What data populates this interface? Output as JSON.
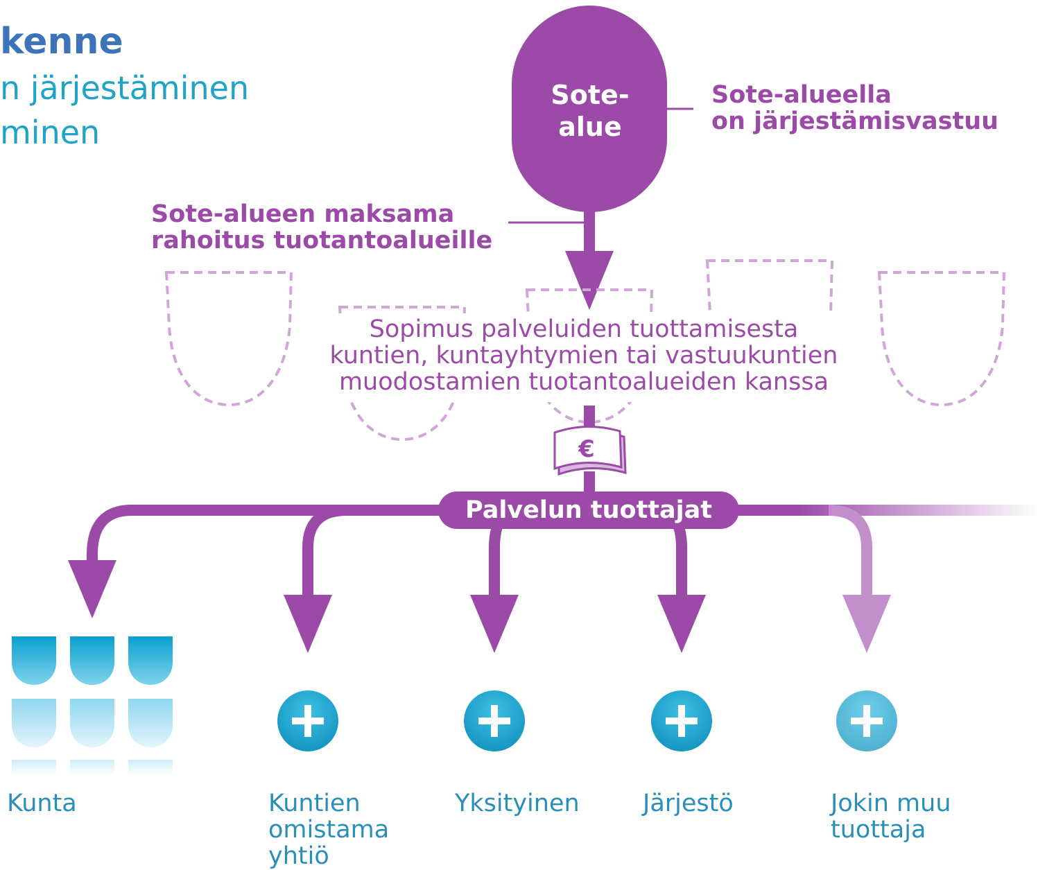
{
  "heading": {
    "line1": "kenne",
    "line2": "n järjestäminen",
    "line3": "minen"
  },
  "sote_area": {
    "label_line1": "Sote-",
    "label_line2": "alue",
    "responsibility_line1": "Sote-alueella",
    "responsibility_line2": "on järjestämisvastuu"
  },
  "funding": {
    "line1": "Sote-alueen maksama",
    "line2": "rahoitus tuotantoalueille"
  },
  "contract": {
    "line1": "Sopimus palveluiden tuottamisesta",
    "line2": "kuntien, kuntayhtymien tai vastuukuntien",
    "line3": "muodostamien tuotantoalueiden kanssa"
  },
  "money_icon": {
    "symbol": "€",
    "icon": "euro-banknote-icon"
  },
  "providers_header": "Palvelun tuottajat",
  "providers": [
    {
      "key": "kunta",
      "lines": [
        "Kunta"
      ]
    },
    {
      "key": "kuntien-yhtio",
      "lines": [
        "Kuntien",
        "omistama",
        "yhtiö"
      ]
    },
    {
      "key": "yksityinen",
      "lines": [
        "Yksityinen"
      ]
    },
    {
      "key": "jarjesto",
      "lines": [
        "Järjestö"
      ]
    },
    {
      "key": "muu",
      "lines": [
        "Jokin muu",
        "tuottaja"
      ]
    }
  ],
  "colors": {
    "purple": "#9b4aa8",
    "purple_light": "#c79bd0",
    "title_blue": "#3d73b8",
    "cyan": "#1fa3c6"
  }
}
